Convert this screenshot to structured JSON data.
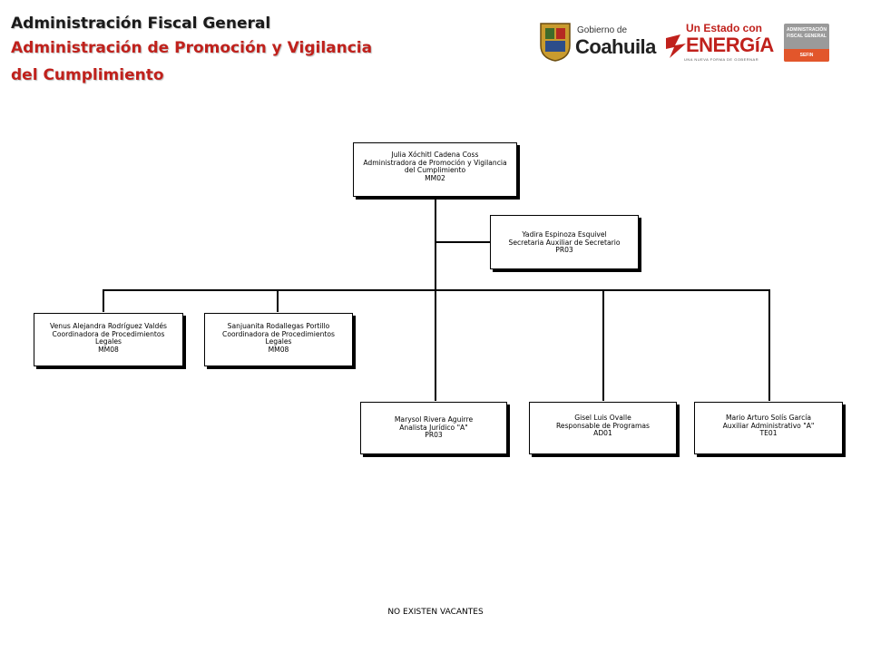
{
  "header": {
    "line1": "Administración Fiscal General",
    "line2": "Administración de Promoción y Vigilancia",
    "line3": "del Cumplimiento"
  },
  "logos": {
    "coahuila_small": "Gobierno de",
    "coahuila_big": "Coahuila",
    "estado_small": "Un Estado con",
    "estado_big": "ENERGíA",
    "estado_tag": "UNA NUEVA FORMA DE GOBERNAR",
    "afg_line1": "ADMINISTRACIÓN",
    "afg_line2": "FISCAL GENERAL",
    "afg_line3": "SEFIN",
    "colors": {
      "red": "#c0211c",
      "gray": "#9a9a9a",
      "orange": "#e2562b"
    }
  },
  "org": {
    "head": {
      "name": "Julia Xóchitl Cadena Coss",
      "role_1": "Administradora de Promoción y Vigilancia",
      "role_2": "del Cumplimiento",
      "code": "MM02"
    },
    "assistant": {
      "name": "Yadira Espinoza Esquivel",
      "role": "Secretaria Auxiliar de Secretario",
      "code": "PR03"
    },
    "coord1": {
      "name": "Venus Alejandra Rodríguez Valdés",
      "role_1": "Coordinadora de Procedimientos",
      "role_2": "Legales",
      "code": "MM08"
    },
    "coord2": {
      "name": "Sanjuanita Rodallegas Portillo",
      "role_1": "Coordinadora de Procedimientos",
      "role_2": "Legales",
      "code": "MM08"
    },
    "analyst": {
      "name": "Marysol Rivera Aguirre",
      "role": "Analista Jurídico \"A\"",
      "code": "PR03"
    },
    "programs": {
      "name": "Gisel Luis Ovalle",
      "role": "Responsable de Programas",
      "code": "AD01"
    },
    "aux": {
      "name": "Mario Arturo Solís García",
      "role": "Auxiliar Administrativo \"A\"",
      "code": "TE01"
    }
  },
  "footer": "NO EXISTEN VACANTES"
}
